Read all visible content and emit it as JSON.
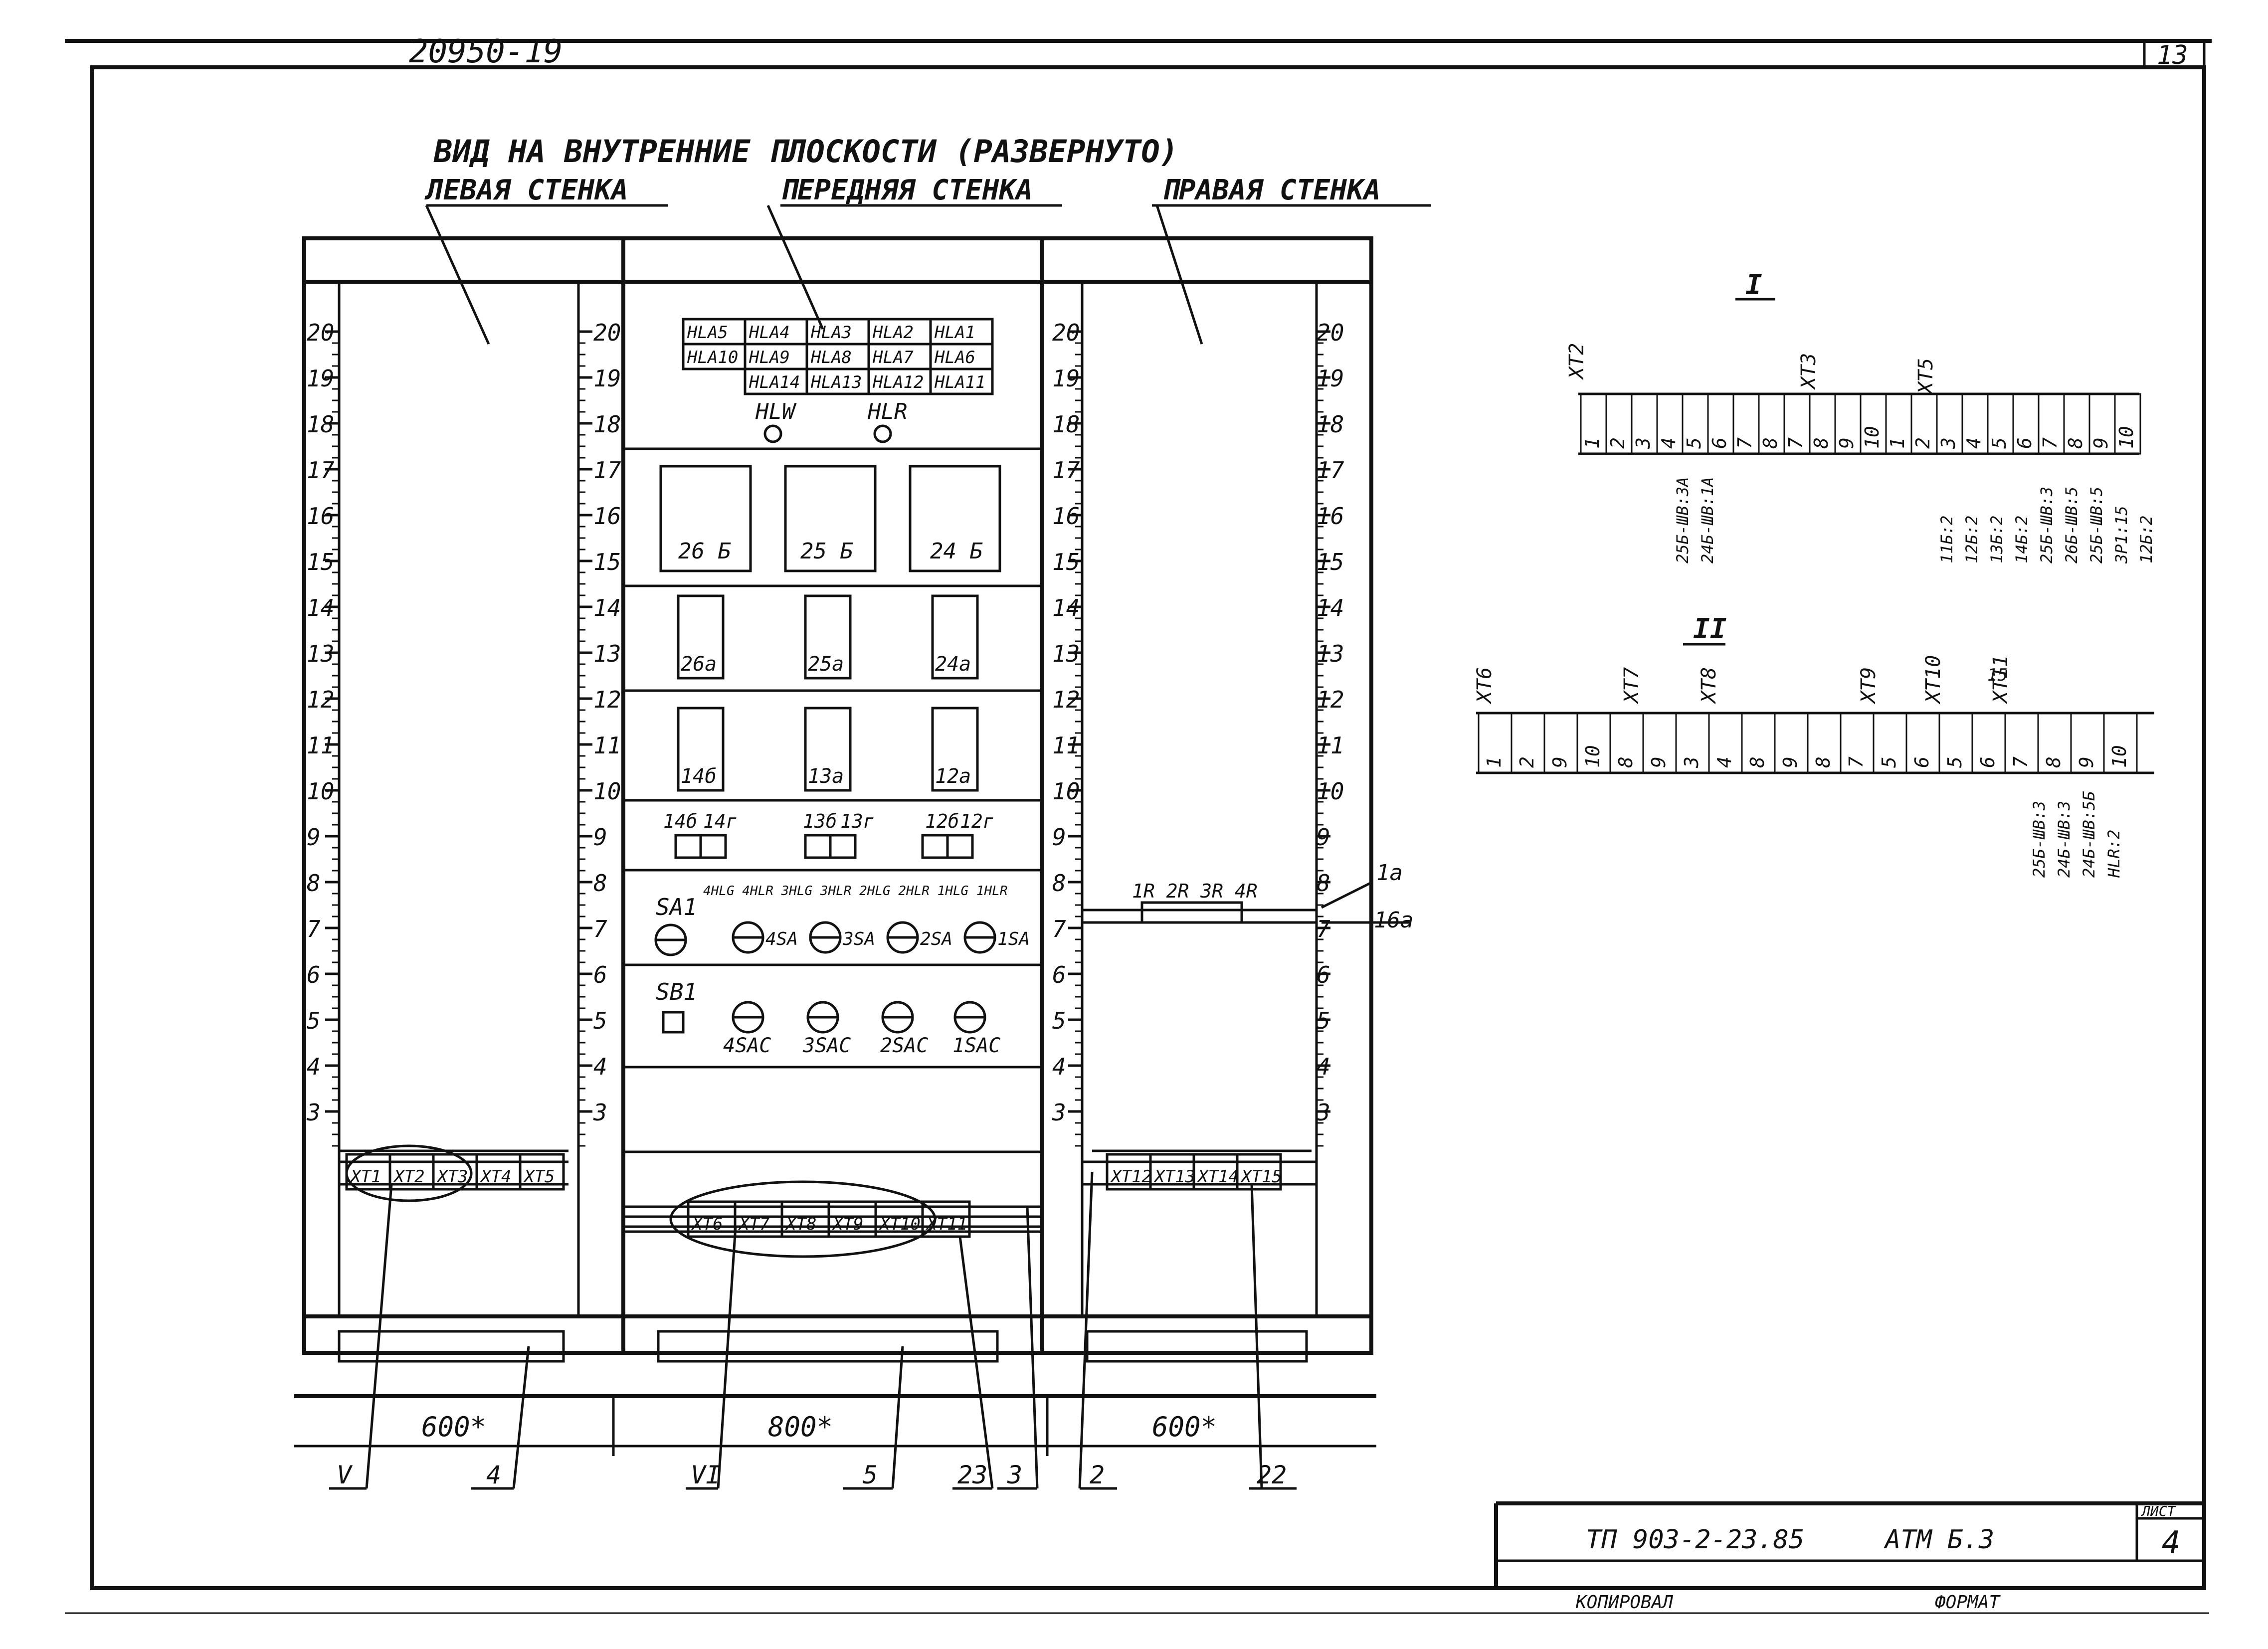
{
  "header": {
    "doc_number": "20950-19",
    "corner_number": "13"
  },
  "drawing": {
    "title": "ВИД НА ВНУТРЕННИЕ ПЛОСКОСТИ (РАЗВЕРНУТО)",
    "left_wall": "ЛЕВАЯ СТЕНКА",
    "front_wall": "ПЕРЕДНЯЯ СТЕНКА",
    "right_wall": "ПРАВАЯ СТЕНКА"
  },
  "ruler_marks": [
    "20",
    "19",
    "18",
    "17",
    "16",
    "15",
    "14",
    "13",
    "12",
    "11",
    "10",
    "9",
    "8",
    "7",
    "6",
    "5",
    "4",
    "3"
  ],
  "indicator_lamps": [
    [
      "HLA5",
      "HLA4",
      "HLA3",
      "HLA2",
      "HLA1"
    ],
    [
      "HLA10",
      "HLA9",
      "HLA8",
      "HLA7",
      "HLA6"
    ],
    [
      "",
      "HLA14",
      "HLA13",
      "HLA12",
      "HLA11"
    ]
  ],
  "lamps_bottom": {
    "left": "HLW",
    "right": "HLR"
  },
  "devices_row1": [
    "26 Б",
    "25 Б",
    "24 Б"
  ],
  "devices_row2": [
    "26а",
    "25а",
    "24а"
  ],
  "devices_row3": [
    "14б",
    "13а",
    "12а"
  ],
  "small_devices": [
    "14б",
    "14г",
    "13б",
    "13г",
    "12б",
    "12г"
  ],
  "switch_labels_top": "4HLG 4HLR 3HLG 3HLR 2HLG 2HLR 1HLG 1HLR",
  "switches": {
    "sa1": "SA1",
    "labels": [
      "4SA",
      "3SA",
      "2SA",
      "1SA"
    ]
  },
  "buttons": {
    "sb1": "SB1",
    "labels": [
      "4SAC",
      "3SAC",
      "2SAC",
      "1SAC"
    ]
  },
  "terminals_left": [
    "XT1",
    "XT2",
    "XT3",
    "XT4",
    "XT5"
  ],
  "terminals_front": [
    "XT6",
    "XT7",
    "XT8",
    "XT9",
    "XT10",
    "XT11"
  ],
  "terminals_right": [
    "XT12",
    "XT13",
    "XT14",
    "XT15"
  ],
  "right_wall_labels": {
    "lamps": "1R 2R 3R 4R",
    "a": "1а",
    "b": "16а"
  },
  "dimensions": {
    "left": "600*",
    "front": "800*",
    "right": "600*"
  },
  "callouts": [
    "V",
    "4",
    "VI",
    "5",
    "23",
    "3",
    "2",
    "22"
  ],
  "section_I": {
    "label": "I",
    "groups": [
      "XT2",
      "XT3",
      "XT5"
    ],
    "terminals": [
      "1",
      "2",
      "3",
      "4",
      "5",
      "6",
      "7",
      "8",
      "7",
      "8",
      "9",
      "10",
      "1",
      "2",
      "3",
      "4",
      "5",
      "6",
      "7",
      "8",
      "9",
      "10"
    ],
    "wires": [
      "25Б-ШВ:3А",
      "24Б-ШВ:1А",
      "11Б:2",
      "12Б:2",
      "13Б:2",
      "14Б:2",
      "25Б-ШВ:3",
      "26Б-ШВ:5",
      "25Б-ШВ:5",
      "3Р1:15",
      "12Б:2"
    ]
  },
  "section_II": {
    "label": "II",
    "groups": [
      "XT6",
      "XT7",
      "XT8",
      "XT9",
      "XT10",
      "XT11"
    ],
    "group_note": "15",
    "terminals": [
      "1",
      "2",
      "9",
      "10",
      "8",
      "9",
      "3",
      "4",
      "8",
      "9",
      "8",
      "7",
      "5",
      "6",
      "5",
      "6",
      "7",
      "8",
      "9",
      "10"
    ],
    "wires": [
      "25Б-ШВ:3",
      "24Б-ШВ:3",
      "24Б-ШВ:5Б",
      "HLR:2"
    ]
  },
  "title_block": {
    "code": "ТП 903-2-23.85",
    "album": "АТМ Б.3",
    "sheet_label": "ЛИСТ",
    "sheet": "4",
    "copied": "КОПИРОВАЛ",
    "format": "ФОРМАТ"
  }
}
